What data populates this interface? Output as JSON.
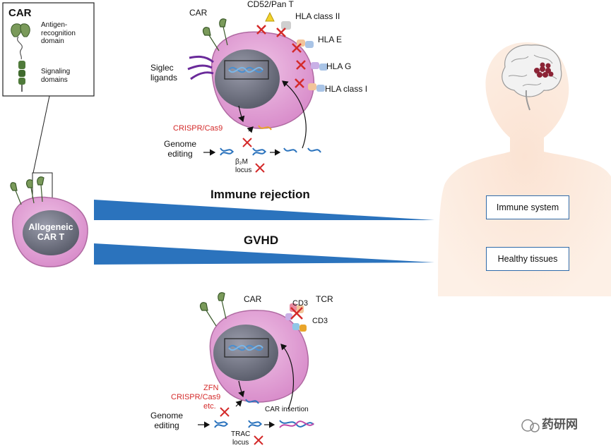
{
  "car_inset": {
    "title": "CAR",
    "antigen_label": "Antigen-\nrecognition\ndomain",
    "signaling_label": "Signaling\ndomains"
  },
  "top_cell": {
    "car": "CAR",
    "cd52": "CD52/Pan T",
    "hla_class_ii": "HLA class II",
    "hla_e": "HLA E",
    "hla_g": "HLA G",
    "hla_class_i": "HLA class I",
    "siglec": "Siglec\nligands",
    "crispr": "CRISPR/Cas9",
    "genome_editing": "Genome\nediting",
    "locus": "β₂M\nlocus"
  },
  "main": {
    "cell_label": "Allogeneic\nCAR T",
    "immune_rejection": "Immune rejection",
    "gvhd": "GVHD",
    "immune_system": "Immune system",
    "healthy_tissues": "Healthy tissues"
  },
  "bottom_cell": {
    "car": "CAR",
    "tcr": "TCR",
    "cd3_top": "CD3",
    "cd3_bottom": "CD3",
    "zfn": "ZFN",
    "crispr": "CRISPR/Cas9",
    "etc": "etc.",
    "genome_editing": "Genome\nediting",
    "car_insertion": "CAR insertion",
    "locus": "TRAC\nlocus"
  },
  "watermark": "药研网",
  "colors": {
    "cell_pink": "#e7a8d9",
    "nucleus": "#777a86",
    "arrow_blue": "#2b73bd",
    "box_border": "#2f6aa8",
    "red": "#d42a2a",
    "skin": "#f9ddc9"
  }
}
